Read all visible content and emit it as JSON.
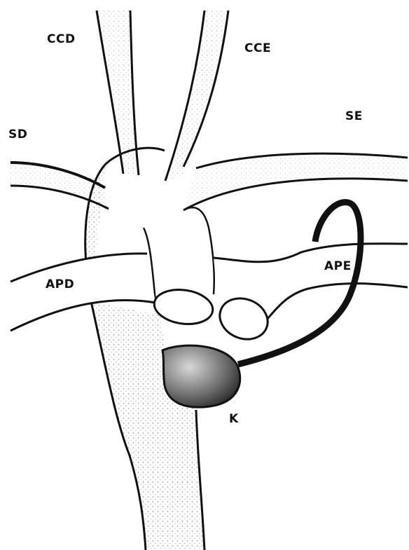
{
  "labels": {
    "ccd": "CCD",
    "cce": "CCE",
    "sd": "SD",
    "se": "SE",
    "apd": "APD",
    "ape": "APE",
    "k": "K"
  },
  "colors": {
    "ink": "#111111",
    "stipple": "#9a9a9a",
    "background": "#ffffff"
  }
}
